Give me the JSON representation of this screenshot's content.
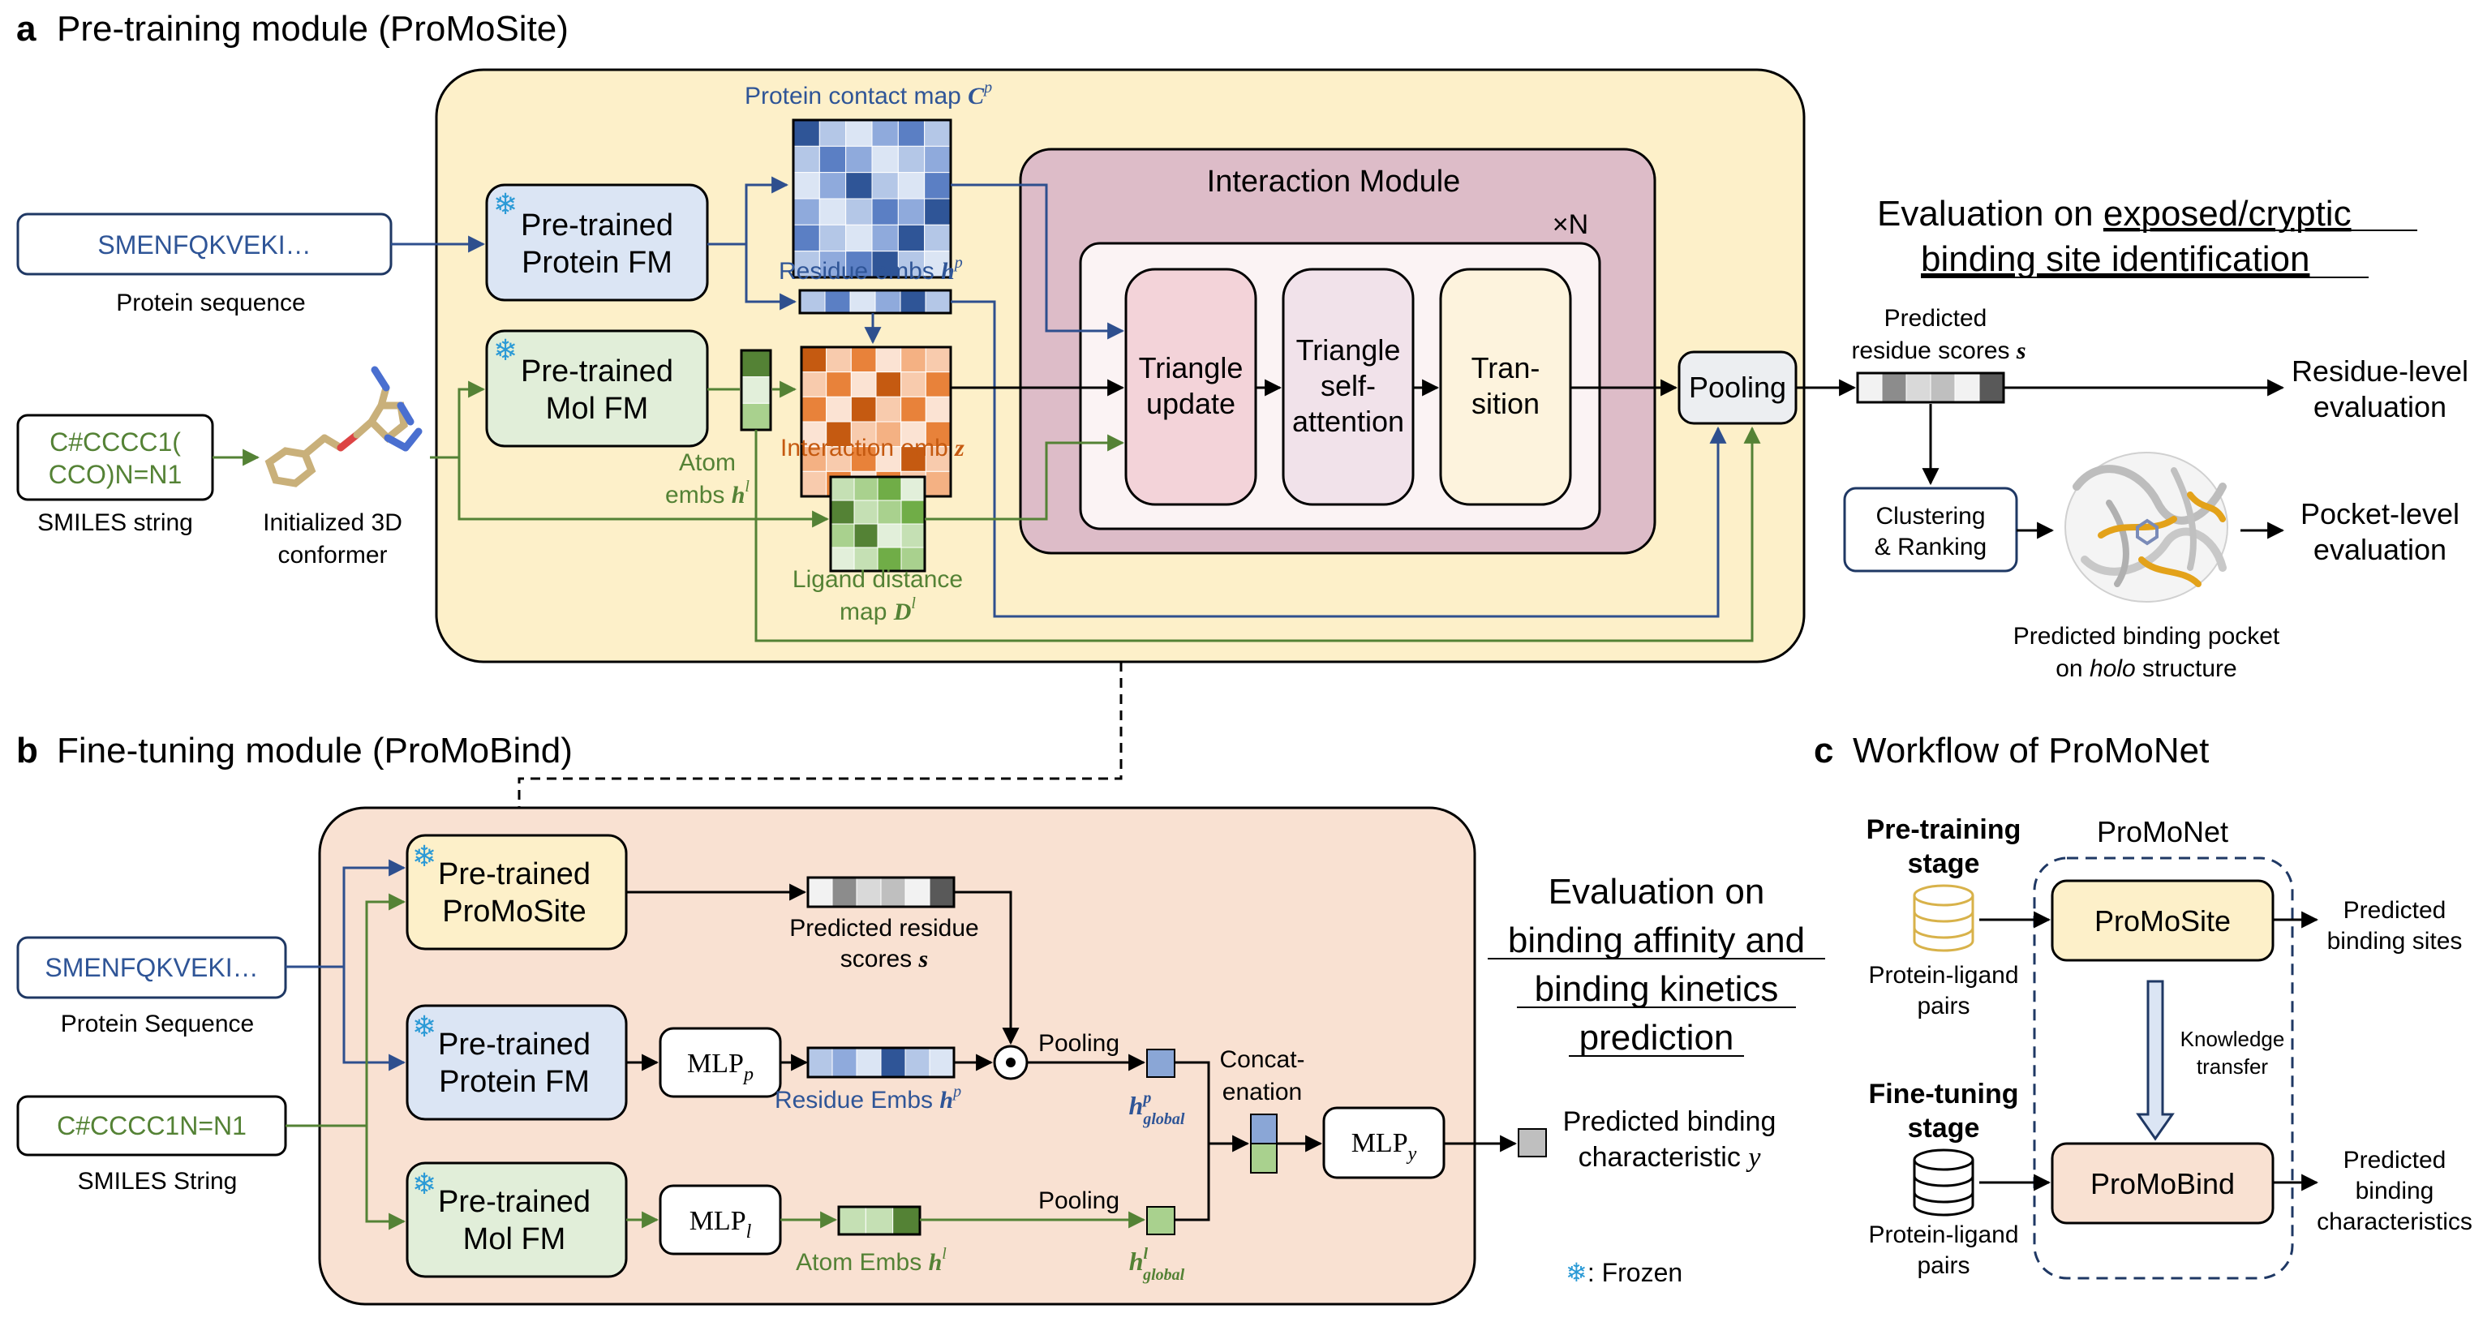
{
  "colors": {
    "pretrain_panel": "#fdf0c9",
    "finetune_panel": "#f9e1d2",
    "interaction_panel": "#ddbcc8",
    "inner_panel": "#fbf3f4",
    "protein_fm": "#dbe5f4",
    "mol_fm": "#e1eed9",
    "promosite": "#fdf0c9",
    "blue_line": "#2e4f8e",
    "green_line": "#548235",
    "orange_text": "#c55a11",
    "blue_text": "#2f5597",
    "green_text": "#548235",
    "frozen_icon": "#2b9ad6"
  },
  "panel_a": {
    "letter": "a",
    "title": "Pre-training module (ProMoSite)",
    "protein_seq": "SMENFQKVEKI…",
    "protein_seq_label": "Protein sequence",
    "smiles_line1": "C#CCCC1(",
    "smiles_line2": "CCO)N=N1",
    "smiles_label": "SMILES string",
    "conformer_line1": "Initialized 3D",
    "conformer_line2": "conformer",
    "protein_fm_line1": "Pre-trained",
    "protein_fm_line2": "Protein FM",
    "mol_fm_line1": "Pre-trained",
    "mol_fm_line2": "Mol FM",
    "contact_map_label": "Protein contact map",
    "contact_map_sym": "C",
    "contact_map_sup": "p",
    "residue_embs_label": "Residue embs",
    "residue_embs_sym": "h",
    "residue_embs_sup": "p",
    "interaction_emb_label": "Interaction emb",
    "interaction_emb_sym": "z",
    "atom_embs_line1": "Atom",
    "atom_embs_line2": "embs",
    "atom_embs_sym": "h",
    "atom_embs_sup": "l",
    "ligand_map_line1": "Ligand distance",
    "ligand_map_line2": "map",
    "ligand_map_sym": "D",
    "ligand_map_sup": "l",
    "interaction_module": "Interaction Module",
    "repeat": "×N",
    "triangle_update_line1": "Triangle",
    "triangle_update_line2": "update",
    "triangle_self_line1": "Triangle",
    "triangle_self_line2": "self-",
    "triangle_self_line3": "attention",
    "transition_line1": "Tran-",
    "transition_line2": "sition",
    "pooling": "Pooling"
  },
  "eval_top": {
    "title_line1": "Evaluation on exposed/cryptic",
    "title_line2": "binding site identification",
    "pred_scores_line1": "Predicted",
    "pred_scores_line2": "residue scores",
    "pred_scores_sym": "s",
    "residue_eval_line1": "Residue-level",
    "residue_eval_line2": "evaluation",
    "clustering_line1": "Clustering",
    "clustering_line2": "& Ranking",
    "pocket_eval_line1": "Pocket-level",
    "pocket_eval_line2": "evaluation",
    "pocket_caption_line1": "Predicted binding pocket",
    "pocket_caption_line2a": "on ",
    "pocket_caption_line2b": "holo",
    "pocket_caption_line2c": " structure"
  },
  "panel_b": {
    "letter": "b",
    "title": "Fine-tuning module (ProMoBind)",
    "protein_seq": "SMENFQKVEKI…",
    "protein_seq_label": "Protein Sequence",
    "smiles": "C#CCCC1N=N1",
    "smiles_label": "SMILES String",
    "promosite_line1": "Pre-trained",
    "promosite_line2": "ProMoSite",
    "protein_fm_line1": "Pre-trained",
    "protein_fm_line2": "Protein FM",
    "mol_fm_line1": "Pre-trained",
    "mol_fm_line2": "Mol FM",
    "mlp_p": "MLP",
    "mlp_p_sub": "p",
    "mlp_l": "MLP",
    "mlp_l_sub": "l",
    "mlp_y": "MLP",
    "mlp_y_sub": "y",
    "pred_scores_line1": "Predicted residue",
    "pred_scores_line2": "scores",
    "pred_scores_sym": "s",
    "residue_embs_label": "Residue Embs",
    "residue_embs_sym": "h",
    "residue_embs_sup": "p",
    "atom_embs_label": "Atom Embs",
    "atom_embs_sym": "h",
    "atom_embs_sup": "l",
    "pooling_top": "Pooling",
    "pooling_bottom": "Pooling",
    "h_global_p_sym": "h",
    "h_global_p_sup": "p",
    "h_global_p_sub": "global",
    "h_global_l_sym": "h",
    "h_global_l_sup": "l",
    "h_global_l_sub": "global",
    "concat_line1": "Concat-",
    "concat_line2": "enation",
    "odot": "⊙",
    "output_line1": "Predicted binding",
    "output_line2": "characteristic",
    "output_sym": "y",
    "frozen_legend": ": Frozen"
  },
  "eval_bottom": {
    "line1": "Evaluation on",
    "line2": "binding affinity and",
    "line3": "binding kinetics",
    "line4": "prediction"
  },
  "panel_c": {
    "letter": "c",
    "title": "Workflow of ProMoNet",
    "promonet": "ProMoNet",
    "pretrain_stage_line1": "Pre-training",
    "pretrain_stage_line2": "stage",
    "finetune_stage_line1": "Fine-tuning",
    "finetune_stage_line2": "stage",
    "pairs_top_line1": "Protein-ligand",
    "pairs_top_line2": "pairs",
    "pairs_bottom_line1": "Protein-ligand",
    "pairs_bottom_line2": "pairs",
    "promosite": "ProMoSite",
    "promobind": "ProMoBind",
    "knowledge_line1": "Knowledge",
    "knowledge_line2": "transfer",
    "out_sites_line1": "Predicted",
    "out_sites_line2": "binding sites",
    "out_char_line1": "Predicted",
    "out_char_line2": "binding",
    "out_char_line3": "characteristics"
  }
}
